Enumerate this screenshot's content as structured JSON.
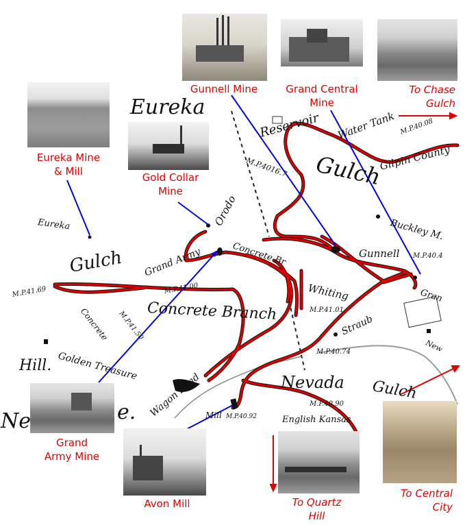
{
  "photos": [
    {
      "id": "gunnell",
      "caption": [
        "Gunnell Mine"
      ]
    },
    {
      "id": "grand-central",
      "caption": [
        "Grand Central",
        "Mine"
      ]
    },
    {
      "id": "chase",
      "caption": [
        "To Chase",
        "Gulch"
      ]
    },
    {
      "id": "eureka",
      "caption": [
        "Eureka Mine",
        "& Mill"
      ]
    },
    {
      "id": "gold-collar",
      "caption": [
        "Gold Collar",
        "Mine"
      ]
    },
    {
      "id": "grand-army",
      "caption": [
        "Grand",
        "Army Mine"
      ]
    },
    {
      "id": "avon",
      "caption": [
        "Avon Mill"
      ]
    },
    {
      "id": "quartz",
      "caption": [
        "To Quartz",
        "Hill"
      ]
    },
    {
      "id": "central",
      "caption": [
        "To Central",
        "City"
      ]
    }
  ],
  "map_labels": {
    "eureka_big": "Eureka",
    "gulch_top": "Gulch",
    "gilpin": "Gilpin County",
    "reservoir": "Reservoir",
    "water_tank": "Water Tank",
    "mp4008": "M.P.40.08",
    "mp4016": "M.P.4016.7",
    "orodo": "Orodo",
    "eureka_small": "Eureka",
    "gulch_left": "Gulch",
    "grand_army": "Grand Army",
    "mp4100": "M.P.41.00",
    "concrete_br": "Concrete Br",
    "buckley": "Buckley M.",
    "gunnell": "Gunnell",
    "mp404": "M.P.40.4",
    "whiting": "Whiting",
    "mp4101": "M.P.41.01",
    "mp4169": "M.P.41.69",
    "concrete_branch": "Concrete Branch",
    "concrete": "Concrete",
    "mp4150": "M.P.41.50",
    "golden_treasure": "Golden Treasure",
    "hill": "Hill.",
    "straub": "Straub",
    "mp4074": "M.P.40.74",
    "nevada": "Nevada",
    "gulch_bottom": "Gulch",
    "mp4090": "M.P.40.90",
    "wagon_road": "Wagon Road",
    "mill": "Mill",
    "mp4092": "M.P.40.92",
    "english_kansas": "English Kansas",
    "gran": "Gran",
    "new": "New",
    "ne": "Ne",
    "e": "e."
  },
  "colors": {
    "track": "#e00000",
    "leader": "#0000e6",
    "caption": "#e00000"
  }
}
